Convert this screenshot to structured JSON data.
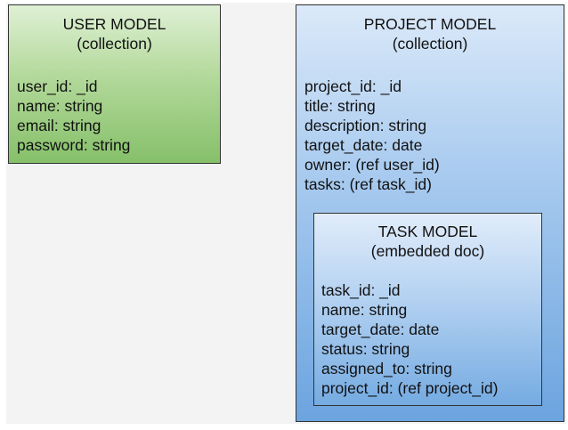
{
  "user_model": {
    "title": "USER MODEL",
    "subtitle": "(collection)",
    "fields": [
      "user_id: _id",
      "name: string",
      "email: string",
      "password: string"
    ]
  },
  "project_model": {
    "title": "PROJECT MODEL",
    "subtitle": "(collection)",
    "fields": [
      "project_id: _id",
      "title: string",
      "description: string",
      "target_date: date",
      "owner: (ref user_id)",
      "tasks: (ref task_id)"
    ]
  },
  "task_model": {
    "title": "TASK MODEL",
    "subtitle": "(embedded doc)",
    "fields": [
      "task_id: _id",
      "name: string",
      "target_date: date",
      "status: string",
      "assigned_to: string",
      "project_id: (ref project_id)"
    ]
  },
  "colors": {
    "user_fill": "#b3d99b",
    "project_fill": "#a9cbef",
    "task_fill": "#b3d1f1",
    "border": "#333333"
  }
}
